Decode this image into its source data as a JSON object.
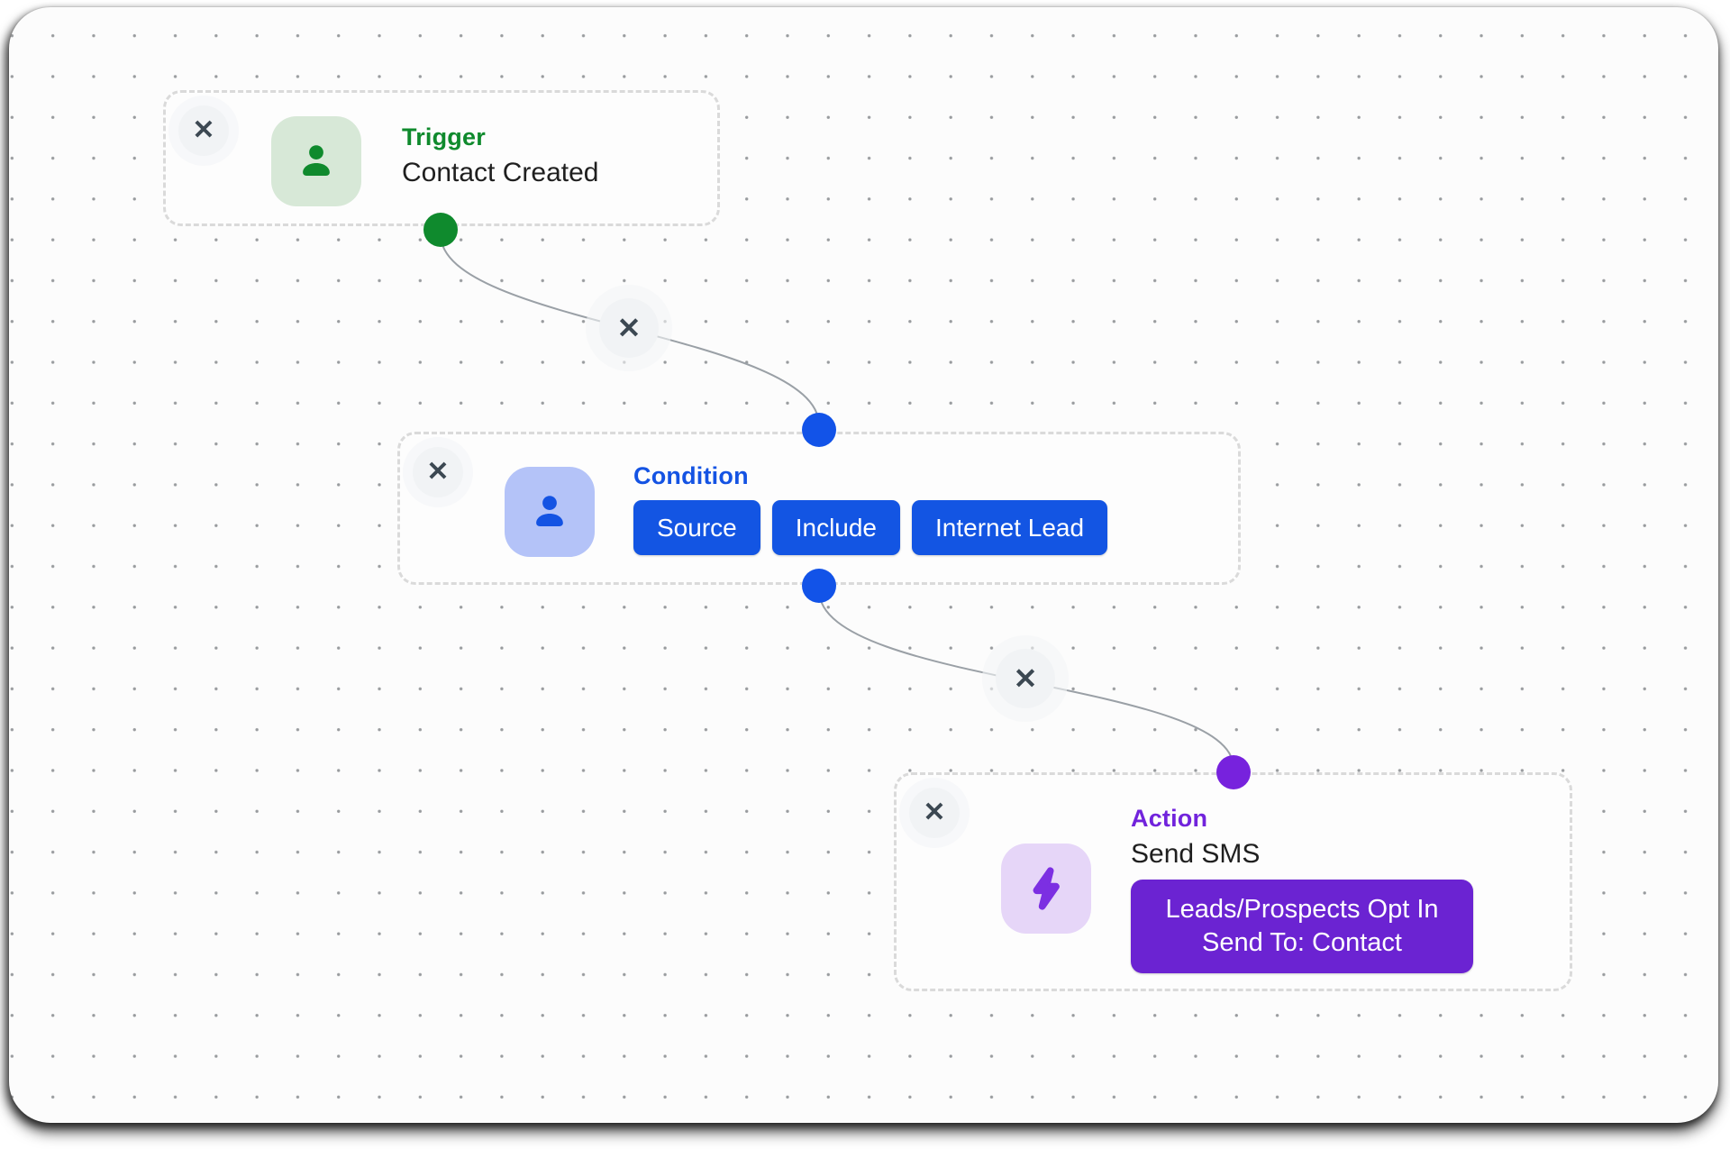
{
  "canvas": {
    "name": "workflow-builder-canvas"
  },
  "glyphs": {
    "close": "✕"
  },
  "colors": {
    "canvas_bg": "#fcfcfc",
    "node_bg": "#fdfdfd",
    "node_border": "#dadada",
    "grid_dot": "#5f6368",
    "connector_line": "#9aa0a6",
    "close_bg": "#f1f3f5",
    "close_glyph": "#3c4852",
    "green": "#0f8a2d",
    "green_light": "#d7e8d7",
    "blue": "#1453e3",
    "blue_chip": "#1355e3",
    "blue_light": "#b4c3f8",
    "purple": "#7123dc",
    "purple_chip": "#6b23d2",
    "purple_light": "#e6d6f8"
  },
  "nodes": {
    "trigger": {
      "label": "Trigger",
      "title": "Contact Created",
      "icon": "person-icon",
      "accent": "#0f8a2d"
    },
    "condition": {
      "label": "Condition",
      "icon": "person-icon",
      "accent": "#1453e3",
      "chips": [
        "Source",
        "Include",
        "Internet Lead"
      ]
    },
    "action": {
      "label": "Action",
      "title": "Send SMS",
      "icon": "lightning-icon",
      "accent": "#7123dc",
      "chip_lines": [
        "Leads/Prospects Opt In",
        "Send To: Contact"
      ]
    }
  }
}
